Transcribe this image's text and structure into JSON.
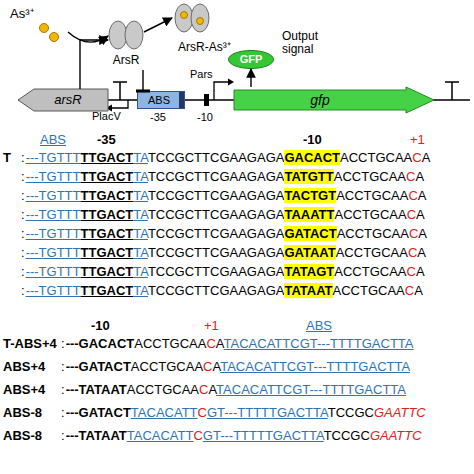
{
  "diagram": {
    "nodes": [
      {
        "text": [
          "As³⁺"
        ]
      },
      {
        "text": [
          "ArsR"
        ]
      },
      {
        "text": [
          "ArsR-As³⁺"
        ]
      },
      {
        "text": [
          "arsR"
        ]
      },
      {
        "text": [
          "ABS"
        ]
      },
      {
        "text": [
          "gfp"
        ]
      },
      {
        "text": [
          "GFP"
        ]
      }
    ],
    "edges": [
      {
        "from": 0,
        "to": 1,
        "arrow": "to"
      },
      {
        "from": 1,
        "to": 2,
        "arrow": "to"
      },
      {
        "from": 3,
        "to": 1,
        "arrow": "to"
      },
      {
        "from": 1,
        "to": 4,
        "arrow": "to"
      },
      {
        "from": 5,
        "to": 6,
        "arrow": "to"
      }
    ],
    "labels": [
      "Output signal",
      "PlacV",
      "Pars",
      "-35",
      "-10",
      "ABS",
      "-35",
      "-10",
      "+1",
      "T",
      ":",
      "---TGTTT",
      "TTGACT",
      "TA",
      "TCCGCTTCGAAGAGA",
      "GACACT",
      "ACCTGCAA",
      "C",
      "A",
      ":",
      "---TGTTT",
      "TTGACT",
      "TA",
      "TCCGCTTCGAAGAGA",
      "TATGTT",
      "ACCTGCAA",
      "C",
      "A",
      ":",
      "---TGTTT",
      "TTGACT",
      "TA",
      "TCCGCTTCGAAGAGA",
      "TACTGT",
      "ACCTGCAA",
      "C",
      "A",
      ":",
      "---TGTTT",
      "TTGACT",
      "TA",
      "TCCGCTTCGAAGAGA",
      "TAAATT",
      "ACCTGCAA",
      "C",
      "A",
      ":",
      "---TGTTT",
      "TTGACT",
      "TA",
      "TCCGCTTCGAAGAGA",
      "GATACT",
      "ACCTGCAA",
      "C",
      "A",
      ":",
      "---TGTTT",
      "TTGACT",
      "TA",
      "TCCGCTTCGAAGAGA",
      "GATAAT",
      "ACCTGCAA",
      "C",
      "A",
      ":",
      "---TGTTT",
      "TTGACT",
      "TA",
      "TCCGCTTCGAAGAGA",
      "TATAGT",
      "ACCTGCAA",
      "C",
      "A",
      ":",
      "---TGTTT",
      "TTGACT",
      "TA",
      "TCCGCTTCGAAGAGA",
      "TATAAT",
      "ACCTGCAA",
      "C",
      "A",
      "-10",
      "+1",
      "ABS",
      "T-ABS+4",
      ":",
      "---GACACT",
      "ACCTGCAA",
      "C",
      "A",
      "TACACATTCGT---TTTTGACTTA",
      "ABS+4",
      ":",
      "---GATACT",
      "ACCTGCAA",
      "C",
      "A",
      "TACACATTCGT---TTTTGACTTA",
      "ABS+4",
      ":",
      "---TATAAT",
      "ACCTGCAA",
      "C",
      "A",
      "TACACATTCGT---TTTTGACTTA",
      "ABS-8",
      ":",
      "---GATACT",
      "TACACATT",
      "C",
      "GT---TTTTTGACTTA",
      "TCCGC",
      "GAATTC",
      "ABS-8",
      ":",
      "---TATAAT",
      "TACACATT",
      "C",
      "GT---TTTTTGACTTA",
      "TCCGC",
      "GAATTC"
    ]
  }
}
